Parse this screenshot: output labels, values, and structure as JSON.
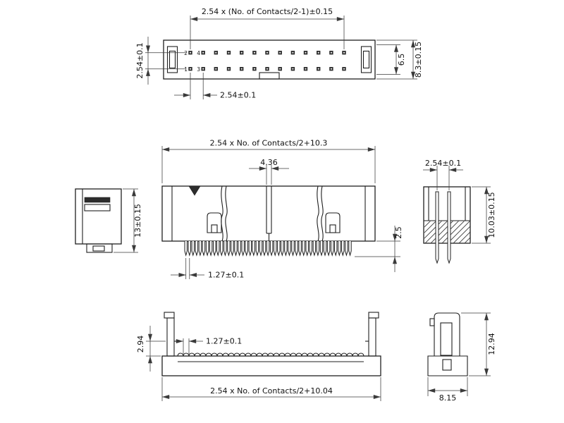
{
  "drawing": {
    "top_view": {
      "dim_contact_span": "2.54 x (No. of Contacts/2-1)±0.15",
      "dim_row_pitch": "2.54±0.1",
      "dim_pin_pitch": "2.54±0.1",
      "dim_inner_height": "6.5",
      "dim_outer_height": "8.3±0.15",
      "pins_per_row_shown": 13,
      "pin_labels": {
        "p1": "1",
        "p2": "2",
        "p3": "3",
        "p4": "4"
      }
    },
    "front_view": {
      "dim_body_width": "2.54 x No. of Contacts/2+10.3",
      "dim_slot_width": "4.36",
      "dim_pin_protrusion": "2.5",
      "dim_pin_pitch": "1.27±0.1"
    },
    "side_view_left": {
      "dim_height": "13±0.15"
    },
    "side_view_right": {
      "dim_pin_spacing": "2.54±0.1",
      "dim_height": "10.03±0.15"
    },
    "bottom_assembly": {
      "dim_height": "2.94",
      "dim_pitch": "1.27±0.1",
      "dim_width": "2.54 x No. of Contacts/2+10.04"
    },
    "bottom_side_view": {
      "dim_height": "12.94",
      "dim_width": "8.15"
    }
  }
}
